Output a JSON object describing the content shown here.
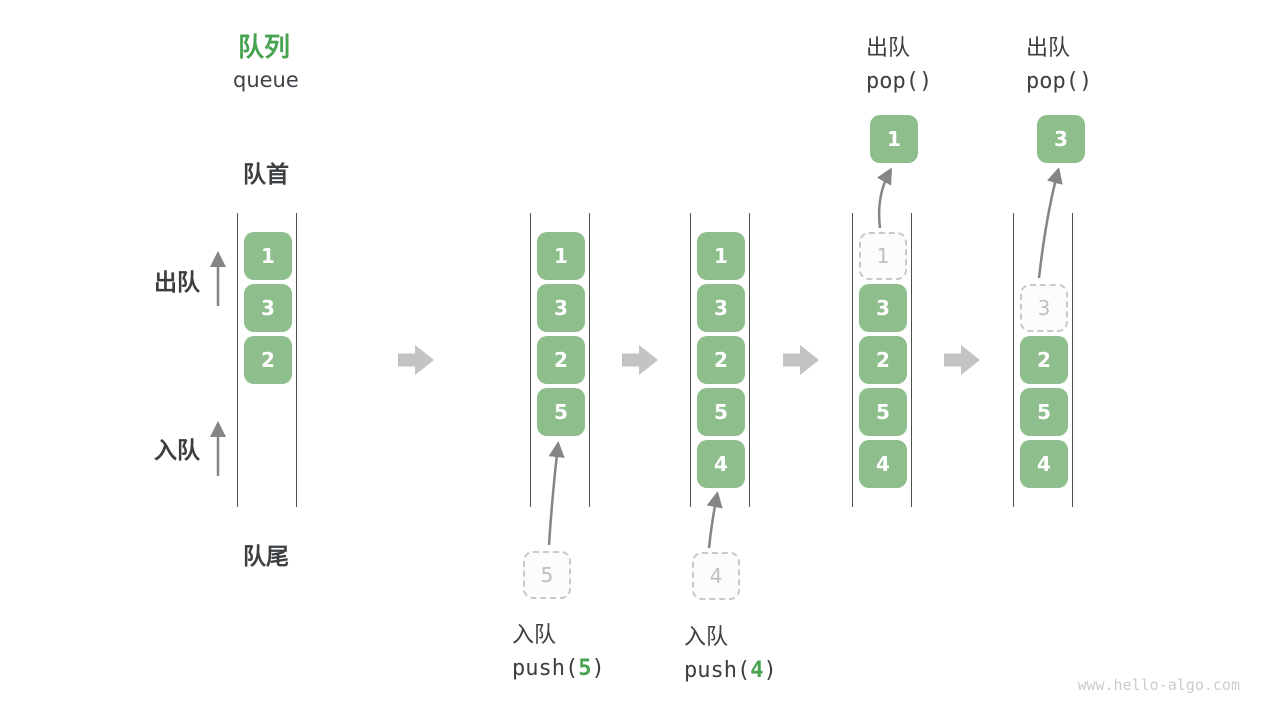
{
  "title": {
    "zh": "队列",
    "en": "queue"
  },
  "labels": {
    "front": "队首",
    "rear": "队尾",
    "dequeue_side": "出队",
    "enqueue_side": "入队"
  },
  "queue_states": {
    "state1": [
      "1",
      "3",
      "2"
    ],
    "state2": [
      "1",
      "3",
      "2",
      "5"
    ],
    "state3": [
      "1",
      "3",
      "2",
      "5",
      "4"
    ],
    "state4_ghost": "1",
    "state4": [
      "3",
      "2",
      "5",
      "4"
    ],
    "state5_ghost": "3",
    "state5": [
      "2",
      "5",
      "4"
    ]
  },
  "operations": {
    "push5": {
      "label_zh": "入队",
      "fn": "push(",
      "arg": "5",
      "close": ")",
      "ghost_value": "5"
    },
    "push4": {
      "label_zh": "入队",
      "fn": "push(",
      "arg": "4",
      "close": ")",
      "ghost_value": "4"
    },
    "pop1": {
      "label_zh": "出队",
      "code": "pop()",
      "popped_value": "1"
    },
    "pop2": {
      "label_zh": "出队",
      "code": "pop()",
      "popped_value": "3"
    }
  },
  "icons": {
    "block_arrow": "right-block-arrow",
    "up_arrow": "up-arrow",
    "flow_arrow": "curved-flow-arrow"
  },
  "colors": {
    "accent_green": "#47a34f",
    "box_green": "#8dbe8c",
    "box_text": "#ffffff",
    "dark_text": "#3b3f42",
    "wall_line": "#4f4f4f",
    "ghost_border": "#c9c9c9",
    "ghost_text": "#bfbfbf",
    "block_arrow_gray": "#c3c3c3",
    "flow_arrow_gray": "#858585",
    "watermark_gray": "#cbcbcb"
  },
  "watermark": "www.hello-algo.com"
}
